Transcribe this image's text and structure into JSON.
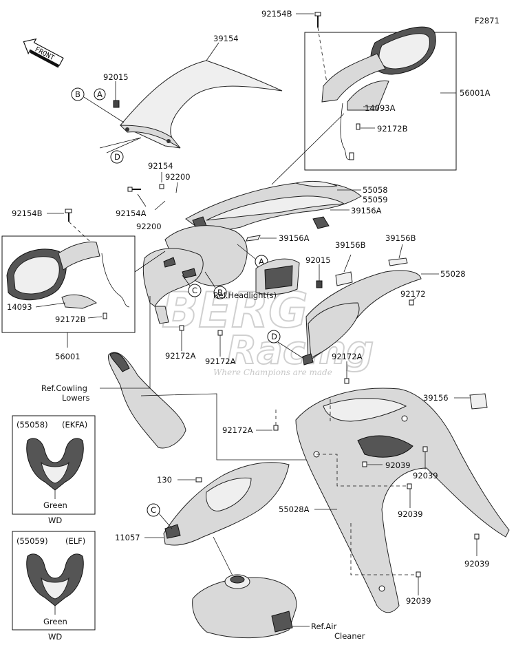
{
  "figure_code": "F2871",
  "front_tag": "FRONT",
  "callouts": {
    "A": "A",
    "B": "B",
    "C": "C",
    "D": "D"
  },
  "labels": {
    "p92154B_top": "92154B",
    "p39154": "39154",
    "p92015_top": "92015",
    "p56001A": "56001A",
    "p14093A": "14093A",
    "p92172B_right": "92172B",
    "p92154": "92154",
    "p92200_top": "92200",
    "p92154A": "92154A",
    "p92200_bottom": "92200",
    "p55058": "55058",
    "p55059": "55059",
    "p39156A_top": "39156A",
    "p39156A_mid": "39156A",
    "p92154B_left": "92154B",
    "p39156B_left": "39156B",
    "p39156B_right": "39156B",
    "p92015_mid": "92015",
    "p55028": "55028",
    "p14093": "14093",
    "p92172B_left": "92172B",
    "p92172": "92172",
    "p56001": "56001",
    "p92172A_1": "92172A",
    "p92172A_2": "92172A",
    "p92172A_3": "92172A",
    "p39156": "39156",
    "p92172A_4": "92172A",
    "p92039_1": "92039",
    "p92039_2": "92039",
    "p130": "130",
    "p55028A": "55028A",
    "p92039_3": "92039",
    "p11057": "11057",
    "p92039_4": "92039",
    "p92039_5": "92039"
  },
  "references": {
    "headlight": "Ref.Headlight(s)",
    "cowling_lowers_1": "Ref.Cowling",
    "cowling_lowers_2": "Lowers",
    "air_cleaner_1": "Ref.Air",
    "air_cleaner_2": "Cleaner"
  },
  "variant_boxes": [
    {
      "part": "(55058)",
      "code": "(EKFA)",
      "color": "Green",
      "market": "WD"
    },
    {
      "part": "(55059)",
      "code": "(ELF)",
      "color": "Green",
      "market": "WD"
    }
  ],
  "watermark": {
    "word1": "BERG",
    "word2": "Racing",
    "tagline": "Where Champions are made"
  },
  "colors": {
    "ink": "#111111",
    "part_fill": "#d9d9d9",
    "watermark": "#d0d0d0"
  }
}
